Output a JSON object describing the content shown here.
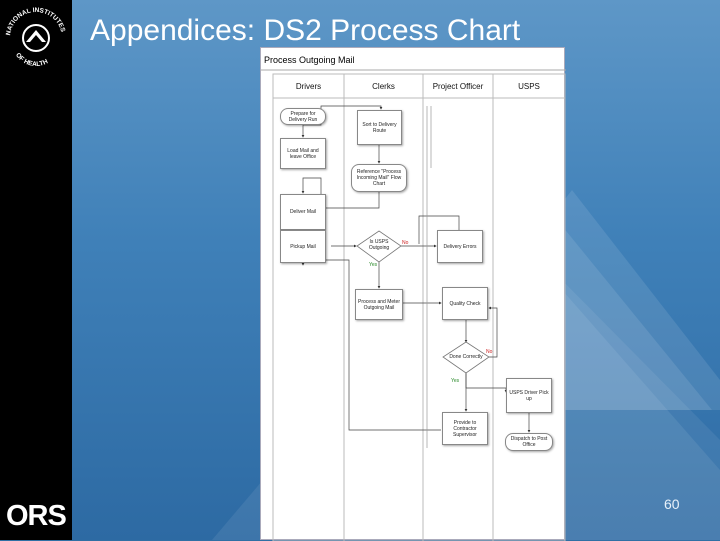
{
  "slide": {
    "title": "Appendices: DS2 Process Chart",
    "page_number": "60"
  },
  "branding": {
    "nih_logo_text": "NATIONAL INSTITUTES OF HEALTH",
    "ors_logo_text": "ORS"
  },
  "colors": {
    "sidebar": "#000000",
    "background": "#3f80b8",
    "yes_label": "#2a8a2a",
    "no_label": "#cc2222"
  },
  "flowchart": {
    "title": "Process Outgoing Mail",
    "lanes": [
      "Drivers",
      "Clerks",
      "Project Officer",
      "USPS"
    ],
    "nodes": {
      "prepare_delivery": "Prepare for Delivery Run",
      "load_mail": "Load Mail and leave Office",
      "deliver_mail": "Deliver Mail",
      "pickup_mail": "Pickup Mail",
      "sort_delivery": "Sort to Delivery Route",
      "reference": "Reference \"Process Incoming Mail\" Flow Chart",
      "is_usps_outgoing": "Is USPS Outgoing",
      "process_meter": "Process and Meter Outgoing Mail",
      "delivery_errors": "Delivery Errors",
      "quality_check": "Quality Check",
      "done_correctly": "Done Correctly",
      "usps_pickup": "USPS Driver Pick up",
      "provide_contractor": "Provide to Contractor Supervisor",
      "dispatch_post_office": "Dispatch to Post Office"
    },
    "decision_labels": {
      "yes": "Yes",
      "no": "No"
    }
  }
}
